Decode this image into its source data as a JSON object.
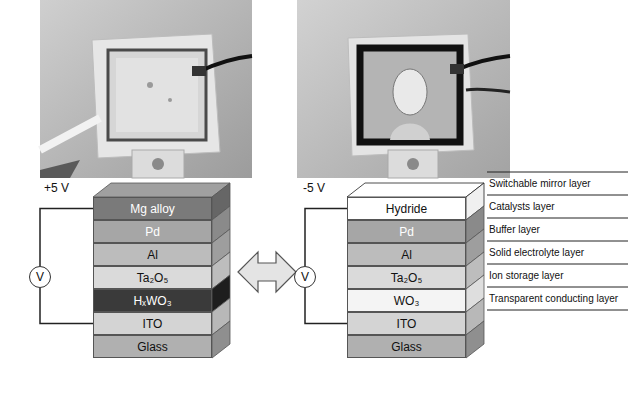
{
  "diagram": {
    "nodes": [
      {
        "text": [
          "V"
        ]
      },
      {
        "text": [
          "Mg alloy"
        ]
      },
      {
        "text": [
          "Pd"
        ]
      },
      {
        "text": [
          "Al"
        ]
      },
      {
        "text": [
          "Ta₂O₅"
        ]
      },
      {
        "text": [
          "HₓWO₃"
        ]
      },
      {
        "text": [
          "ITO"
        ]
      },
      {
        "text": [
          "Glass"
        ]
      },
      {
        "text": [
          "V"
        ]
      },
      {
        "text": [
          "Hydride"
        ]
      },
      {
        "text": [
          "Pd"
        ]
      },
      {
        "text": [
          "Al"
        ]
      },
      {
        "text": [
          "Ta₂O₅"
        ]
      },
      {
        "text": [
          "WO₃"
        ]
      },
      {
        "text": [
          "ITO"
        ]
      },
      {
        "text": [
          "Glass"
        ]
      }
    ],
    "edges": [
      {
        "from": 0,
        "to": 1,
        "arrow": "none"
      },
      {
        "from": 0,
        "to": 6,
        "arrow": "none"
      },
      {
        "from": 8,
        "to": 9,
        "arrow": "none"
      },
      {
        "from": 8,
        "to": 14,
        "arrow": "none"
      }
    ],
    "labels": [
      "+5 V",
      "-5 V",
      "Switchable mirror layer",
      "Catalysts layer",
      "Buffer layer",
      "Solid electrolyte layer",
      "Ion storage layer",
      "Transparent conducting layer"
    ]
  }
}
